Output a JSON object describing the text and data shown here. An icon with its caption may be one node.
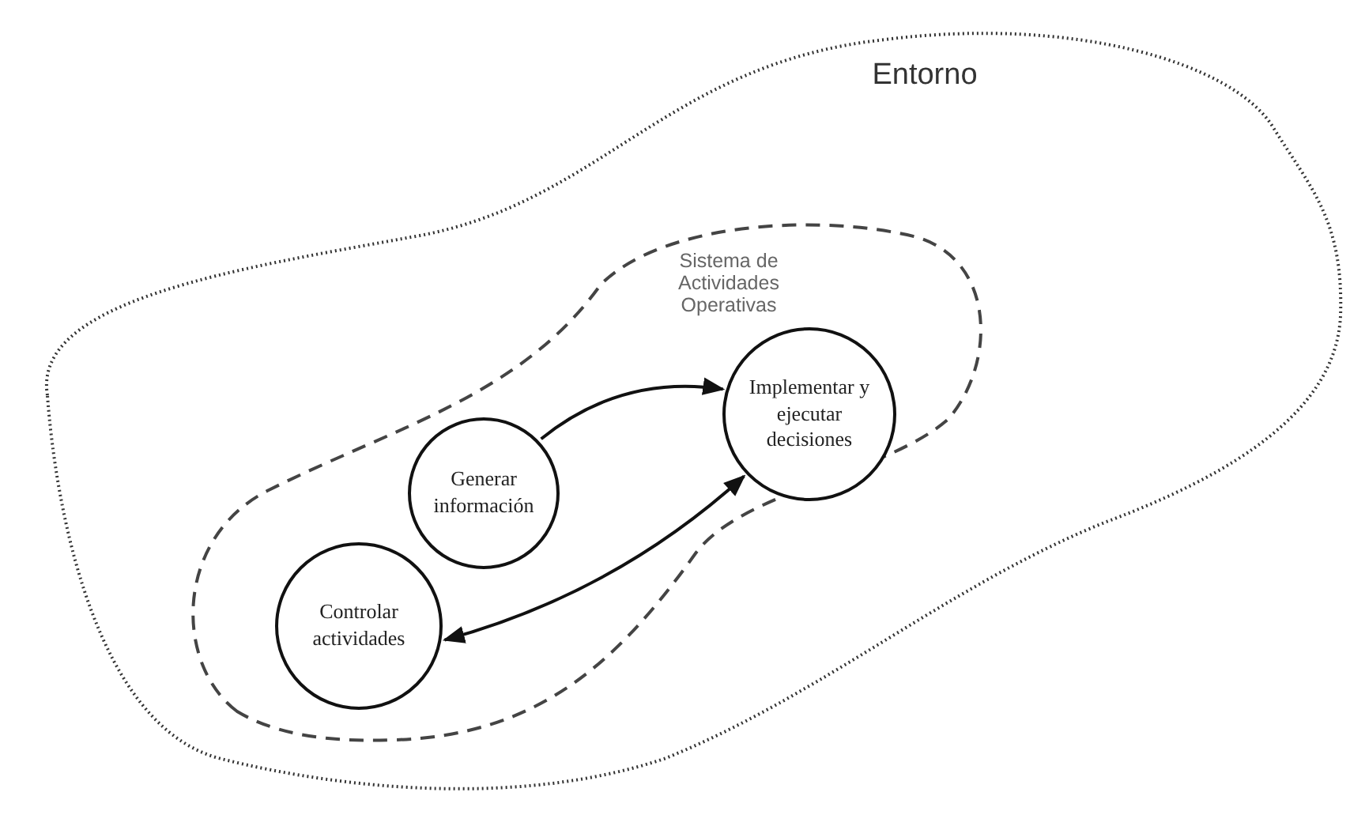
{
  "diagram": {
    "nodes": [
      {
        "text": [
          "Entorno"
        ]
      },
      {
        "text": [
          "Sistema de Actividades Operativas"
        ],
        "in": 0
      },
      {
        "text": [
          "Implementar y ejecutar decisiones"
        ],
        "in": 1
      },
      {
        "text": [
          "Generar información"
        ],
        "in": 1
      },
      {
        "text": [
          "Controlar actividades"
        ],
        "in": 1
      }
    ],
    "edges": [
      {
        "from": 3,
        "to": 2,
        "arrow": "to"
      },
      {
        "from": 4,
        "to": 2,
        "arrow": "both"
      }
    ]
  }
}
